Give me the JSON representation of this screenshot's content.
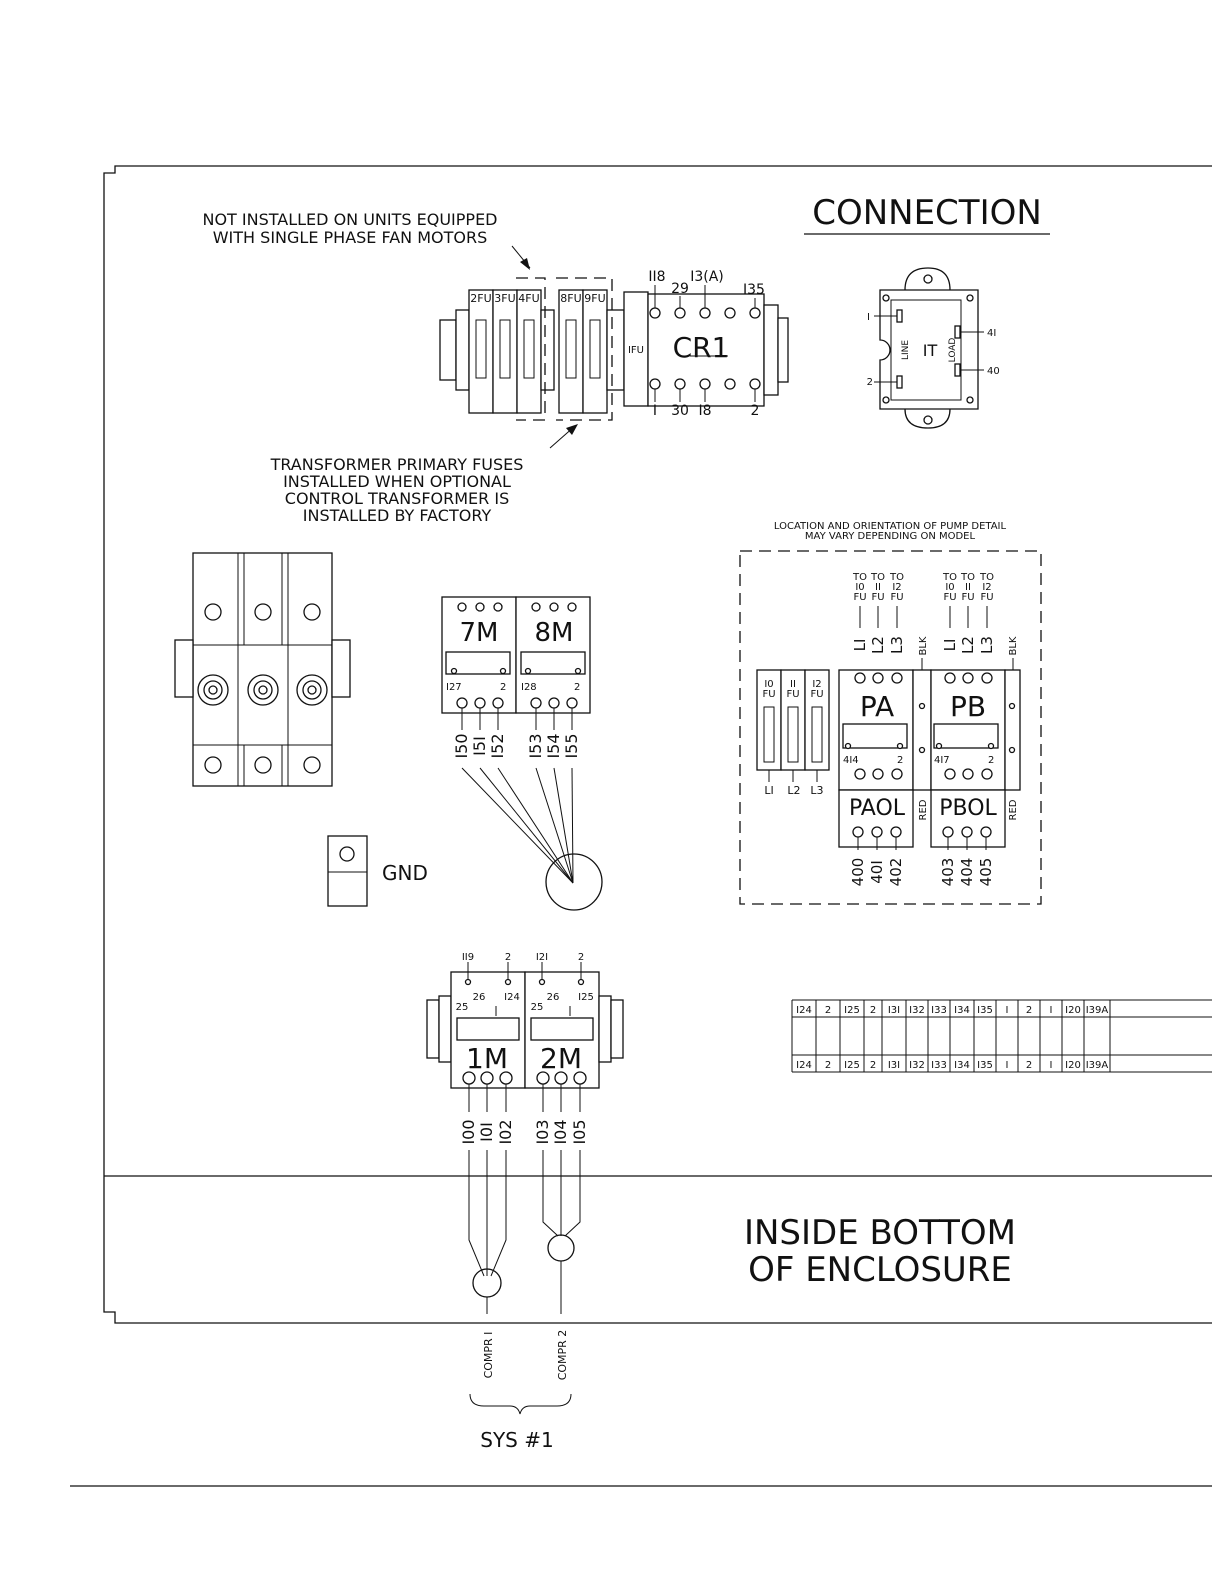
{
  "title": "CONNECTION",
  "notes": {
    "fan_note_1": "NOT INSTALLED ON UNITS EQUIPPED",
    "fan_note_2": "WITH SINGLE PHASE FAN MOTORS",
    "xfmr_note_1": "TRANSFORMER PRIMARY FUSES",
    "xfmr_note_2": "INSTALLED WHEN OPTIONAL",
    "xfmr_note_3": "CONTROL TRANSFORMER IS",
    "xfmr_note_4": "INSTALLED BY FACTORY",
    "pump_note_1": "LOCATION AND ORIENTATION OF PUMP DETAIL",
    "pump_note_2": "MAY VARY DEPENDING ON MODEL",
    "bottom_1": "INSIDE BOTTOM",
    "bottom_2": "OF ENCLOSURE"
  },
  "fuses": {
    "f2": "2FU",
    "f3": "3FU",
    "f4": "4FU",
    "f8": "8FU",
    "f9": "9FU",
    "f1": "IFU"
  },
  "cr1": {
    "label": "CR1",
    "top": {
      "t118": "II8",
      "t29": "29",
      "t13a": "I3(A)",
      "t135": "I35"
    },
    "bottom": {
      "b1": "I",
      "b30": "30",
      "b18": "I8",
      "b2": "2"
    }
  },
  "transformer": {
    "label": "IT",
    "line": "LINE",
    "load": "LOAD",
    "p1": "I",
    "p2": "2",
    "p41": "4I",
    "p40": "40"
  },
  "gnd": "GND",
  "contactors_7m8m": {
    "m7": "7M",
    "m8": "8M",
    "m7_left": "I27",
    "m7_right": "2",
    "m8_left": "I28",
    "m8_right": "2",
    "wires": [
      "I50",
      "I5I",
      "I52",
      "I53",
      "I54",
      "I55"
    ]
  },
  "pump": {
    "to_lines": [
      "TO",
      "TO",
      "TO"
    ],
    "to_nums": [
      "I0",
      "II",
      "I2"
    ],
    "to_fu": [
      "FU",
      "FU",
      "FU"
    ],
    "line_labels": [
      "LI",
      "L2",
      "L3"
    ],
    "blk": "BLK",
    "red": "RED",
    "fuse_labels": [
      "I0",
      "II",
      "I2"
    ],
    "fuse_fu": "FU",
    "fuse_bottom": [
      "LI",
      "L2",
      "L3"
    ],
    "pa": "PA",
    "pb": "PB",
    "paol": "PAOL",
    "pbol": "PBOL",
    "pa_left": "4I4",
    "pa_right": "2",
    "pb_left": "4I7",
    "pb_right": "2",
    "pa_wires": [
      "400",
      "40I",
      "402"
    ],
    "pb_wires": [
      "403",
      "404",
      "405"
    ]
  },
  "terminal_strip": [
    "I24",
    "2",
    "I25",
    "2",
    "I3I",
    "I32",
    "I33",
    "I34",
    "I35",
    "I",
    "2",
    "I",
    "I20",
    "I39A"
  ],
  "contactors_1m2m": {
    "m1": "1M",
    "m2": "2M",
    "m1_top": [
      "II9",
      "2"
    ],
    "m2_top": [
      "I2I",
      "2"
    ],
    "m1_coil": [
      "25",
      "26",
      "I24"
    ],
    "m2_coil": [
      "25",
      "26",
      "I25"
    ],
    "m1_wires": [
      "I00",
      "I0I",
      "I02"
    ],
    "m2_wires": [
      "I03",
      "I04",
      "I05"
    ]
  },
  "compressors": {
    "c1": "COMPR I",
    "c2": "COMPR 2",
    "sys": "SYS #1"
  }
}
